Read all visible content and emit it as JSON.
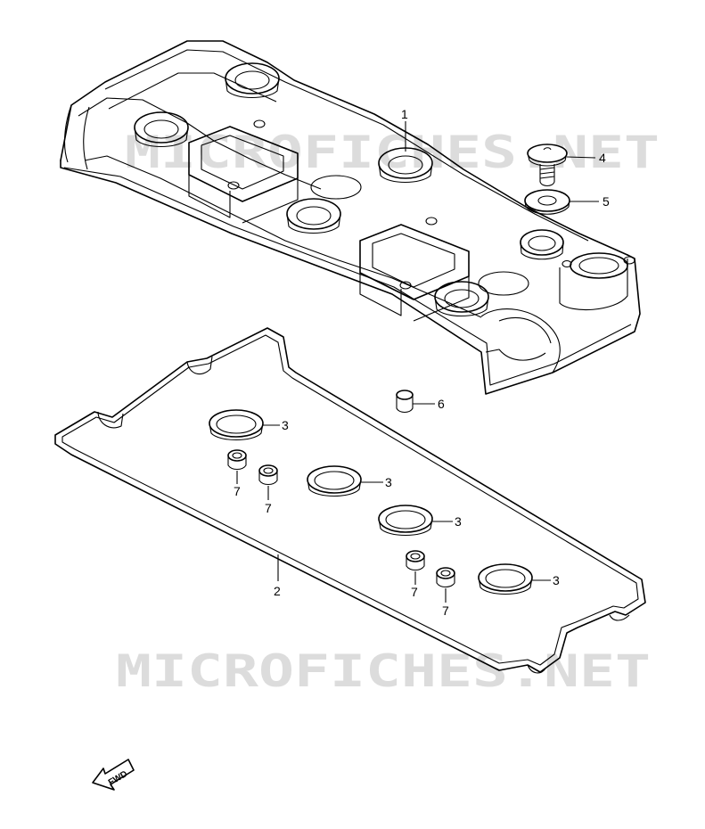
{
  "watermarks": [
    "MICROFICHES.NET",
    "MICROFICHES.NET"
  ],
  "direction_label": "FWD",
  "callouts": {
    "c1": "1",
    "c2": "2",
    "c3a": "3",
    "c3b": "3",
    "c3c": "3",
    "c3d": "3",
    "c4": "4",
    "c5": "5",
    "c6": "6",
    "c7a": "7",
    "c7b": "7",
    "c7c": "7",
    "c7d": "7"
  }
}
